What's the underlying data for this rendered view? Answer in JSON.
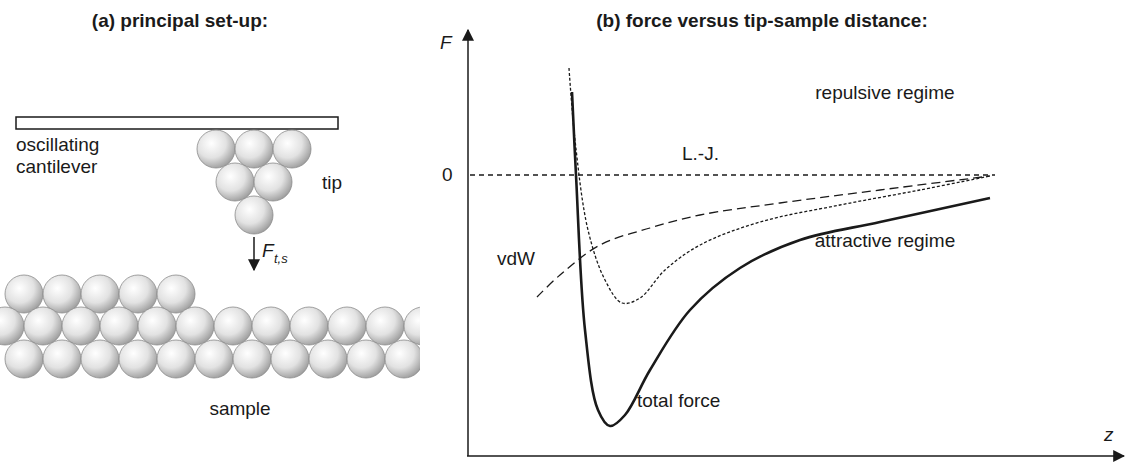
{
  "diagram": {
    "labels": [
      "(a) principal set-up:",
      "(b) force versus tip-sample distance:",
      "oscillating cantilever",
      "tip",
      "F",
      "t,s",
      "sample",
      "F",
      "0",
      "repulsive regime",
      "attractive regime",
      "L.-J.",
      "vdW",
      "total force",
      "z"
    ]
  }
}
